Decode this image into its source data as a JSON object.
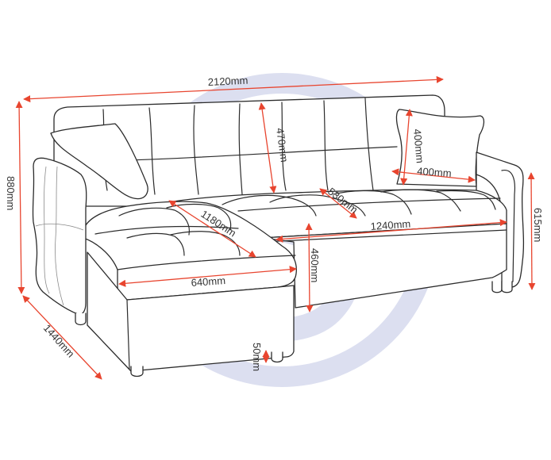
{
  "diagram": {
    "subject": "Corner sofa with chaise",
    "watermark": "S",
    "colors": {
      "line": "#2b2b2b",
      "dimension_arrow": "#e8452f",
      "label_text": "#333333",
      "watermark": "#dcdff0",
      "background": "#ffffff"
    },
    "dimensions": {
      "overall_width": "2120mm",
      "overall_height": "880mm",
      "overall_depth": "1440mm",
      "backrest_height": "470mm",
      "cushion_height": "400mm",
      "cushion_width": "400mm",
      "seat_depth": "530mm",
      "chaise_length": "1180mm",
      "seat_width": "1240mm",
      "chaise_width": "640mm",
      "seat_height": "460mm",
      "arm_height": "615mm",
      "leg_height": "50mm"
    }
  }
}
